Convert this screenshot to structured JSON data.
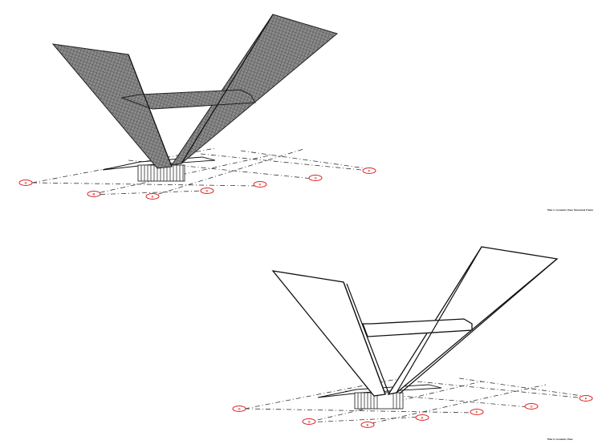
{
  "views": [
    {
      "id": "top",
      "style": "mesh",
      "grid_labels": [
        "G",
        "B",
        "E",
        "D",
        "P",
        "O",
        "F"
      ],
      "caption": "Plan 1. Isometric View, Structural Frame"
    },
    {
      "id": "bottom",
      "style": "solid",
      "grid_labels": [
        "G",
        "G",
        "E",
        "D",
        "P",
        "O",
        "F"
      ],
      "caption": "Plan 2. Isometric View"
    }
  ],
  "colors": {
    "grid_bubble": "#d22222",
    "lines": "#111111",
    "background": "#ffffff"
  }
}
